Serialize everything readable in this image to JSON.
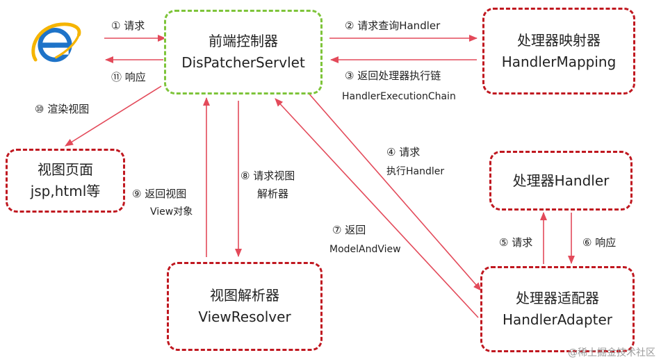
{
  "nodes": {
    "front_controller": {
      "line1": "前端控制器",
      "line2": "DisPatcherServlet"
    },
    "handler_mapping": {
      "line1": "处理器映射器",
      "line2": "HandlerMapping"
    },
    "view_page": {
      "line1": "视图页面",
      "line2": "jsp,html等"
    },
    "handler": {
      "line1": "处理器Handler"
    },
    "view_resolver": {
      "line1": "视图解析器",
      "line2": "ViewResolver"
    },
    "handler_adapter": {
      "line1": "处理器适配器",
      "line2": "HandlerAdapter"
    }
  },
  "steps": {
    "s1": "① 请求",
    "s2": "② 请求查询Handler",
    "s3_line1": "③ 返回处理器执行链",
    "s3_line2": "HandlerExecutionChain",
    "s4_line1": "④ 请求",
    "s4_line2": "执行Handler",
    "s5": "⑤ 请求",
    "s6": "⑥ 响应",
    "s7_line1": "⑦ 返回",
    "s7_line2": "ModelAndView",
    "s8_line1": "⑧ 请求视图",
    "s8_line2": "解析器",
    "s9_line1": "⑨ 返回视图",
    "s9_line2": "View对象",
    "s10": "⑩ 渲染视图",
    "s11": "⑪ 响应"
  },
  "watermark": "@稀土掘金技术社区",
  "colors": {
    "box_border_red": "#c01820",
    "box_border_green": "#7ec43a",
    "arrow": "#e34a5a",
    "logo_blue": "#1e73c8",
    "logo_ring": "#f5b400"
  },
  "icons": {
    "browser": "internet-explorer-icon"
  }
}
